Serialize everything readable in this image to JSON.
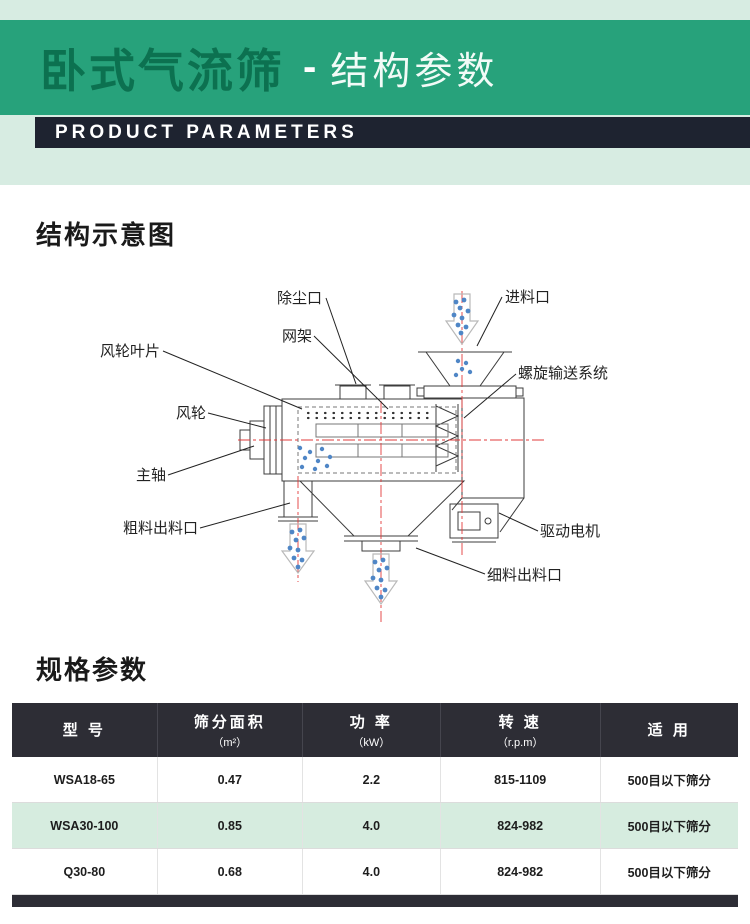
{
  "header": {
    "title_main": "卧式气流筛",
    "title_sep": "-",
    "title_sub": "结构参数",
    "band_label": "PRODUCT PARAMETERS"
  },
  "sections": {
    "diagram_title": "结构示意图",
    "specs_title": "规格参数"
  },
  "diagram": {
    "labels": {
      "dust_port": "除尘口",
      "feed_inlet": "进料口",
      "mesh_frame": "网架",
      "wheel_blades": "风轮叶片",
      "screw_system": "螺旋输送系统",
      "wind_wheel": "风轮",
      "main_shaft": "主轴",
      "coarse_outlet": "粗料出料口",
      "drive_motor": "驱动电机",
      "fine_outlet": "细料出料口"
    }
  },
  "table": {
    "headers": [
      {
        "main": "型 号",
        "sub": ""
      },
      {
        "main": "筛分面积",
        "sub": "（m²）"
      },
      {
        "main": "功 率",
        "sub": "（kW）"
      },
      {
        "main": "转 速",
        "sub": "（r.p.m）"
      },
      {
        "main": "适 用",
        "sub": ""
      }
    ],
    "rows": [
      {
        "model": "WSA18-65",
        "area": "0.47",
        "power": "2.2",
        "speed": "815-1109",
        "apply": "500目以下筛分"
      },
      {
        "model": "WSA30-100",
        "area": "0.85",
        "power": "4.0",
        "speed": "824-982",
        "apply": "500目以下筛分"
      },
      {
        "model": "Q30-80",
        "area": "0.68",
        "power": "4.0",
        "speed": "824-982",
        "apply": "500目以下筛分"
      }
    ]
  },
  "colors": {
    "mint_background": "#d7ece2",
    "green_band": "#27a27b",
    "title_green": "#0c7150",
    "dark_bar": "#1e2330",
    "table_header": "#2d2d35",
    "mint_row": "#d6ecdf",
    "centerline_red": "#e23b3b",
    "material_dot_blue": "#4f86c6"
  }
}
